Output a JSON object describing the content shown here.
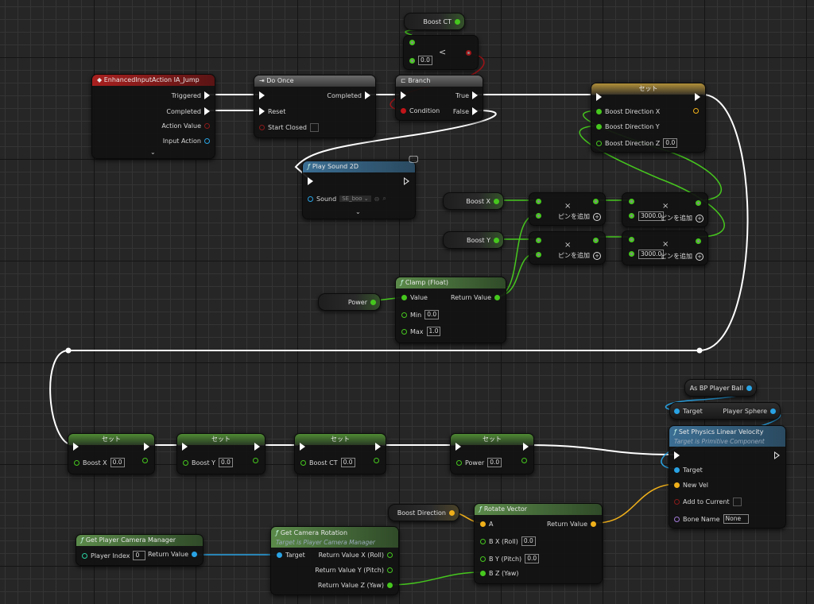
{
  "nodes": {
    "enhanced_input": {
      "title": "EnhancedInputAction IA_Jump",
      "pins": [
        "Triggered",
        "Completed",
        "Action Value",
        "Input Action"
      ]
    },
    "do_once": {
      "title": "Do Once",
      "pins_in": [
        "",
        "Reset",
        "Start Closed"
      ],
      "pins_out": [
        "Completed"
      ]
    },
    "boost_ct_get": {
      "label": "Boost CT"
    },
    "less_than": {
      "operator": "<",
      "b_value": "0.0"
    },
    "branch": {
      "title": "Branch",
      "pins_in": [
        "",
        "Condition"
      ],
      "pins_out": [
        "True",
        "False"
      ]
    },
    "set_boost_direction": {
      "title": "セット",
      "pins": [
        "Boost Direction X",
        "Boost Direction Y",
        "Boost Direction Z"
      ],
      "z_value": "0.0"
    },
    "play_sound": {
      "title": "Play Sound 2D",
      "sound_label": "Sound",
      "sound_value": "SE_boo"
    },
    "boost_x_get": {
      "label": "Boost X"
    },
    "boost_y_get": {
      "label": "Boost Y"
    },
    "multiply_1": {
      "operator": "×",
      "add_pin": "ピンを追加"
    },
    "multiply_2": {
      "operator": "×",
      "add_pin": "ピンを追加"
    },
    "multiply_3": {
      "operator": "×",
      "add_pin": "ピンを追加",
      "value": "3000.0"
    },
    "multiply_4": {
      "operator": "×",
      "add_pin": "ピンを追加",
      "value": "3000.0"
    },
    "power_get": {
      "label": "Power"
    },
    "clamp": {
      "title": "Clamp (Float)",
      "value_label": "Value",
      "return_label": "Return Value",
      "min_label": "Min",
      "min_value": "0.0",
      "max_label": "Max",
      "max_value": "1.0"
    },
    "set_boost_x": {
      "title": "セット",
      "label": "Boost X",
      "value": "0.0"
    },
    "set_boost_y": {
      "title": "セット",
      "label": "Boost Y",
      "value": "0.0"
    },
    "set_boost_ct": {
      "title": "セット",
      "label": "Boost CT",
      "value": "0.0"
    },
    "set_power": {
      "title": "セット",
      "label": "Power",
      "value": "0.0"
    },
    "as_bp_player_ball": {
      "label": "As BP Player Ball"
    },
    "player_sphere_get": {
      "target": "Target",
      "label": "Player Sphere"
    },
    "set_physics_velocity": {
      "title": "Set Physics Linear Velocity",
      "subtitle": "Target is Primitive Component",
      "pins": [
        "Target",
        "New Vel",
        "Add to Current",
        "Bone Name"
      ],
      "bone_name_value": "None"
    },
    "boost_direction_get": {
      "label": "Boost Direction"
    },
    "rotate_vector": {
      "title": "Rotate Vector",
      "pin_a": "A",
      "return_label": "Return Value",
      "bx_label": "B X (Roll)",
      "bx_value": "0.0",
      "by_label": "B Y (Pitch)",
      "by_value": "0.0",
      "bz_label": "B Z (Yaw)"
    },
    "get_camera_manager": {
      "title": "Get Player Camera Manager",
      "player_index_label": "Player Index",
      "player_index_value": "0",
      "return_label": "Return Value"
    },
    "get_camera_rotation": {
      "title": "Get Camera Rotation",
      "subtitle": "Target is Player Camera Manager",
      "target_label": "Target",
      "outputs": [
        "Return Value X (Roll)",
        "Return Value Y (Pitch)",
        "Return Value Z (Yaw)"
      ]
    }
  },
  "colors": {
    "exec_wire": "#ffffff",
    "float_wire": "#46c71e",
    "bool_wire": "#c0151a",
    "object_wire": "#29a3e4",
    "vector_wire": "#f0b01a"
  }
}
